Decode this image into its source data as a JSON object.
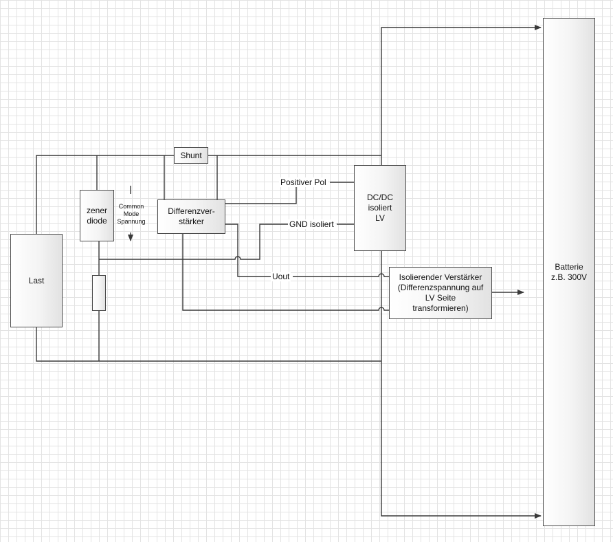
{
  "diagram": {
    "boxes": {
      "last": "Last",
      "zener": "zener\ndiode",
      "shunt": "Shunt",
      "differenz": "Differenzver-\nstärker",
      "dcdc": "DC/DC\nisoliert\nLV",
      "isolierend": "Isolierender Verstärker\n(Differenzspannung auf\nLV Seite\ntransformieren)",
      "batterie": "Batterie\nz.B. 300V"
    },
    "labels": {
      "common_mode": "Common\nMode\nSpannung",
      "positiver_pol": "Positiver Pol",
      "gnd_isoliert": "GND isoliert",
      "uout": "Uout"
    },
    "colors": {
      "wire": "#3a3a3a",
      "box_border": "#4a4a4a",
      "grid_minor": "#e3e3e3",
      "grid_major": "#d2d2d2"
    }
  }
}
